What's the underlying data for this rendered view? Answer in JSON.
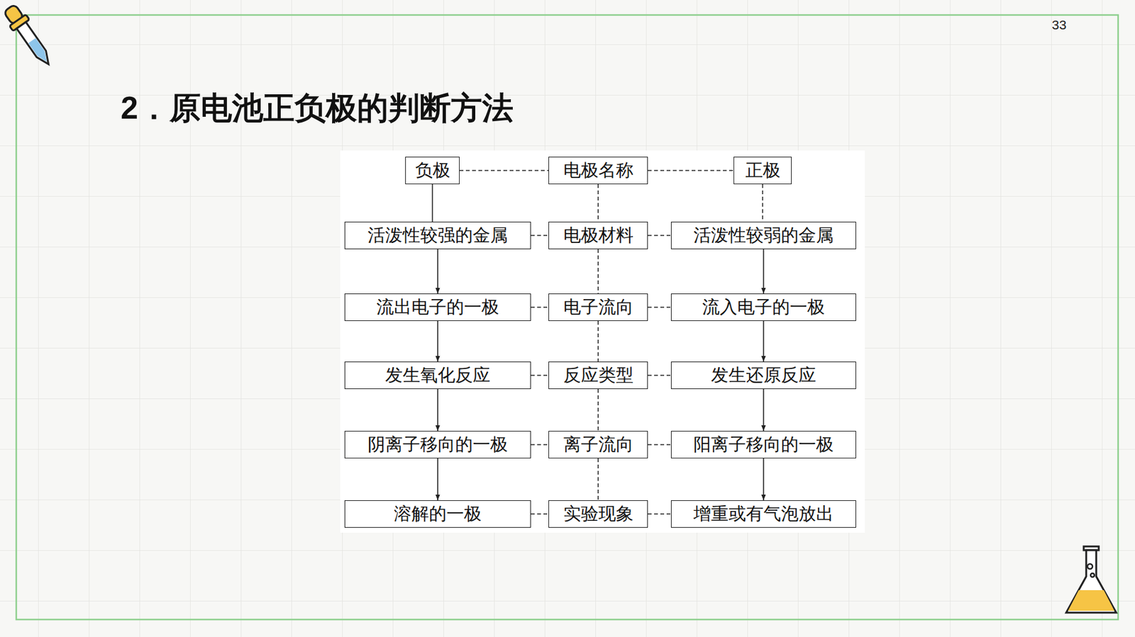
{
  "diagram": {
    "title": "2．原电池正负极的判断方法",
    "nodes": [
      {
        "text": [
          "负极"
        ]
      },
      {
        "text": [
          "电极名称"
        ]
      },
      {
        "text": [
          "正极"
        ]
      },
      {
        "text": [
          "活泼性较强的金属"
        ]
      },
      {
        "text": [
          "电极材料"
        ]
      },
      {
        "text": [
          "活泼性较弱的金属"
        ]
      },
      {
        "text": [
          "流出电子的一极"
        ]
      },
      {
        "text": [
          "电子流向"
        ]
      },
      {
        "text": [
          "流入电子的一极"
        ]
      },
      {
        "text": [
          "发生氧化反应"
        ]
      },
      {
        "text": [
          "反应类型"
        ]
      },
      {
        "text": [
          "发生还原反应"
        ]
      },
      {
        "text": [
          "阴离子移向的一极"
        ]
      },
      {
        "text": [
          "离子流向"
        ]
      },
      {
        "text": [
          "阳离子移向的一极"
        ]
      },
      {
        "text": [
          "溶解的一极"
        ]
      },
      {
        "text": [
          "实验现象"
        ]
      },
      {
        "text": [
          "增重或有气泡放出"
        ]
      }
    ],
    "edges": [
      {
        "from": 0,
        "to": 1,
        "arrow": "none"
      },
      {
        "from": 1,
        "to": 2,
        "arrow": "none"
      },
      {
        "from": 0,
        "to": 3,
        "arrow": "none"
      },
      {
        "from": 1,
        "to": 4,
        "arrow": "none"
      },
      {
        "from": 2,
        "to": 5,
        "arrow": "none"
      },
      {
        "from": 3,
        "to": 4,
        "arrow": "none"
      },
      {
        "from": 4,
        "to": 5,
        "arrow": "none"
      },
      {
        "from": 3,
        "to": 6,
        "arrow": "to"
      },
      {
        "from": 4,
        "to": 7,
        "arrow": "none"
      },
      {
        "from": 5,
        "to": 8,
        "arrow": "to"
      },
      {
        "from": 6,
        "to": 7,
        "arrow": "none"
      },
      {
        "from": 7,
        "to": 8,
        "arrow": "none"
      },
      {
        "from": 6,
        "to": 9,
        "arrow": "to"
      },
      {
        "from": 7,
        "to": 10,
        "arrow": "none"
      },
      {
        "from": 8,
        "to": 11,
        "arrow": "to"
      },
      {
        "from": 9,
        "to": 10,
        "arrow": "none"
      },
      {
        "from": 10,
        "to": 11,
        "arrow": "none"
      },
      {
        "from": 9,
        "to": 12,
        "arrow": "to"
      },
      {
        "from": 10,
        "to": 13,
        "arrow": "none"
      },
      {
        "from": 11,
        "to": 14,
        "arrow": "to"
      },
      {
        "from": 12,
        "to": 13,
        "arrow": "none"
      },
      {
        "from": 13,
        "to": 14,
        "arrow": "none"
      },
      {
        "from": 12,
        "to": 15,
        "arrow": "to"
      },
      {
        "from": 13,
        "to": 16,
        "arrow": "none"
      },
      {
        "from": 14,
        "to": 17,
        "arrow": "to"
      },
      {
        "from": 15,
        "to": 16,
        "arrow": "none"
      },
      {
        "from": 16,
        "to": 17,
        "arrow": "none"
      }
    ],
    "labels": [
      "33"
    ]
  }
}
